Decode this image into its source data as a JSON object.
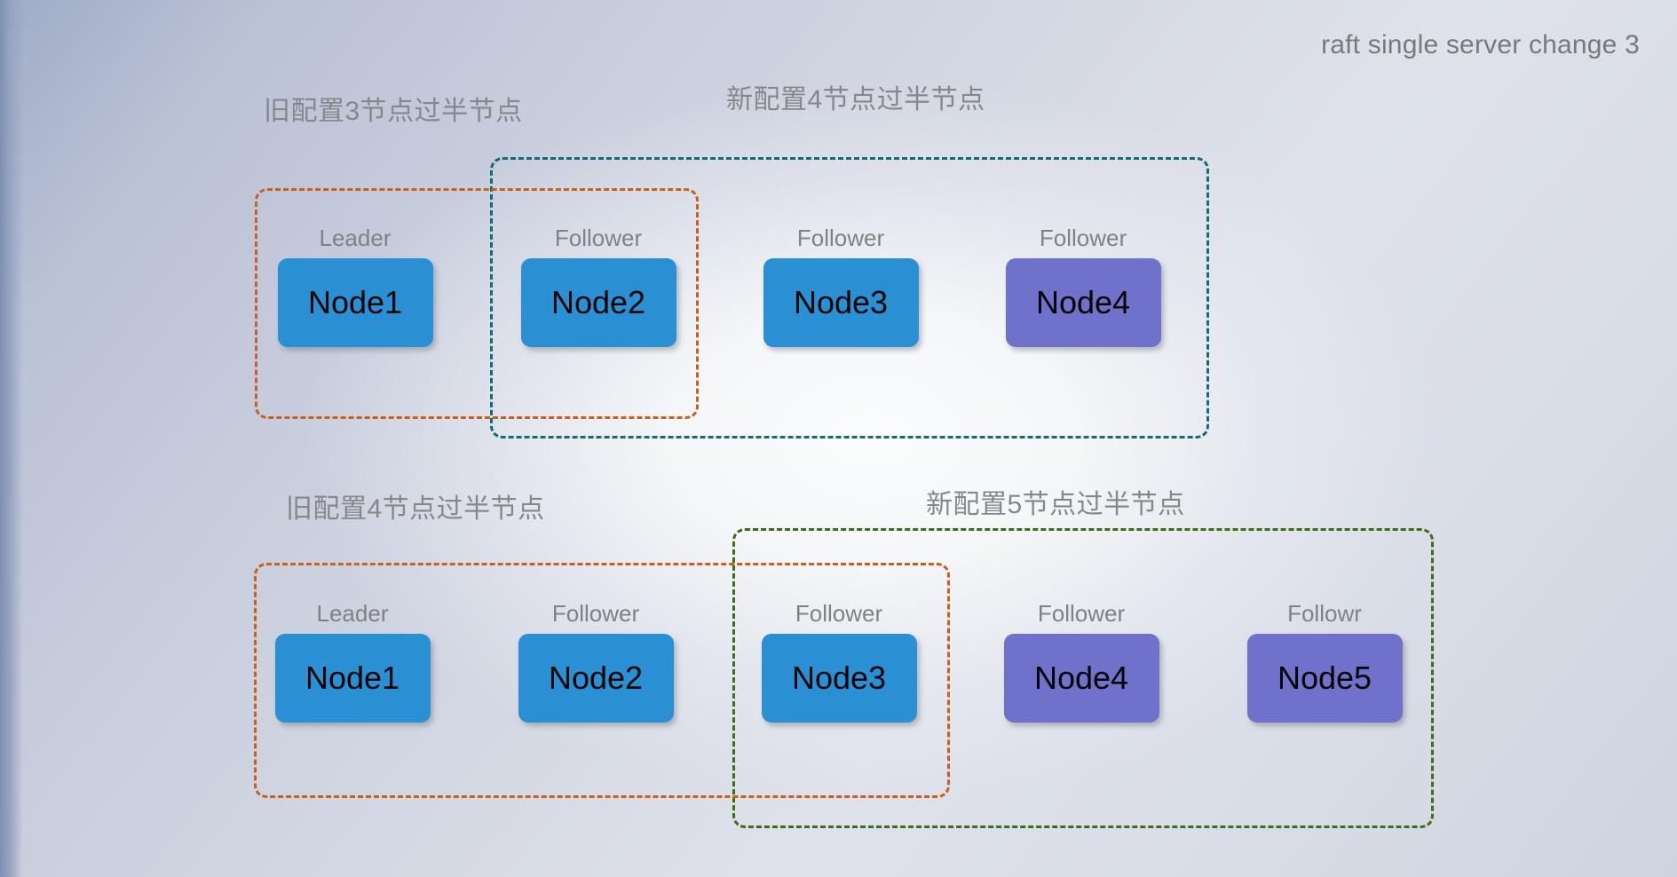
{
  "deck": {
    "title": "raft single server change 3"
  },
  "colors": {
    "node_blue": "#2b8fd3",
    "node_purple": "#6f71cb",
    "old_config_border": "#c9601f",
    "new_config_border_row1": "#136b73",
    "new_config_border_row2": "#3d6d16",
    "label_gray": "#85878a",
    "title_gray": "#77797b"
  },
  "rows": [
    {
      "id": "row-1",
      "labels": {
        "old_config": "旧配置3节点过半节点",
        "new_config": "新配置4节点过半节点"
      },
      "nodes": [
        {
          "role": "Leader",
          "name": "Node1",
          "color": "blue"
        },
        {
          "role": "Follower",
          "name": "Node2",
          "color": "blue"
        },
        {
          "role": "Follower",
          "name": "Node3",
          "color": "blue"
        },
        {
          "role": "Follower",
          "name": "Node4",
          "color": "purple"
        }
      ]
    },
    {
      "id": "row-2",
      "labels": {
        "old_config": "旧配置4节点过半节点",
        "new_config": "新配置5节点过半节点"
      },
      "nodes": [
        {
          "role": "Leader",
          "name": "Node1",
          "color": "blue"
        },
        {
          "role": "Follower",
          "name": "Node2",
          "color": "blue"
        },
        {
          "role": "Follower",
          "name": "Node3",
          "color": "blue"
        },
        {
          "role": "Follower",
          "name": "Node4",
          "color": "purple"
        },
        {
          "role": "Followr",
          "name": "Node5",
          "color": "purple"
        }
      ]
    }
  ]
}
